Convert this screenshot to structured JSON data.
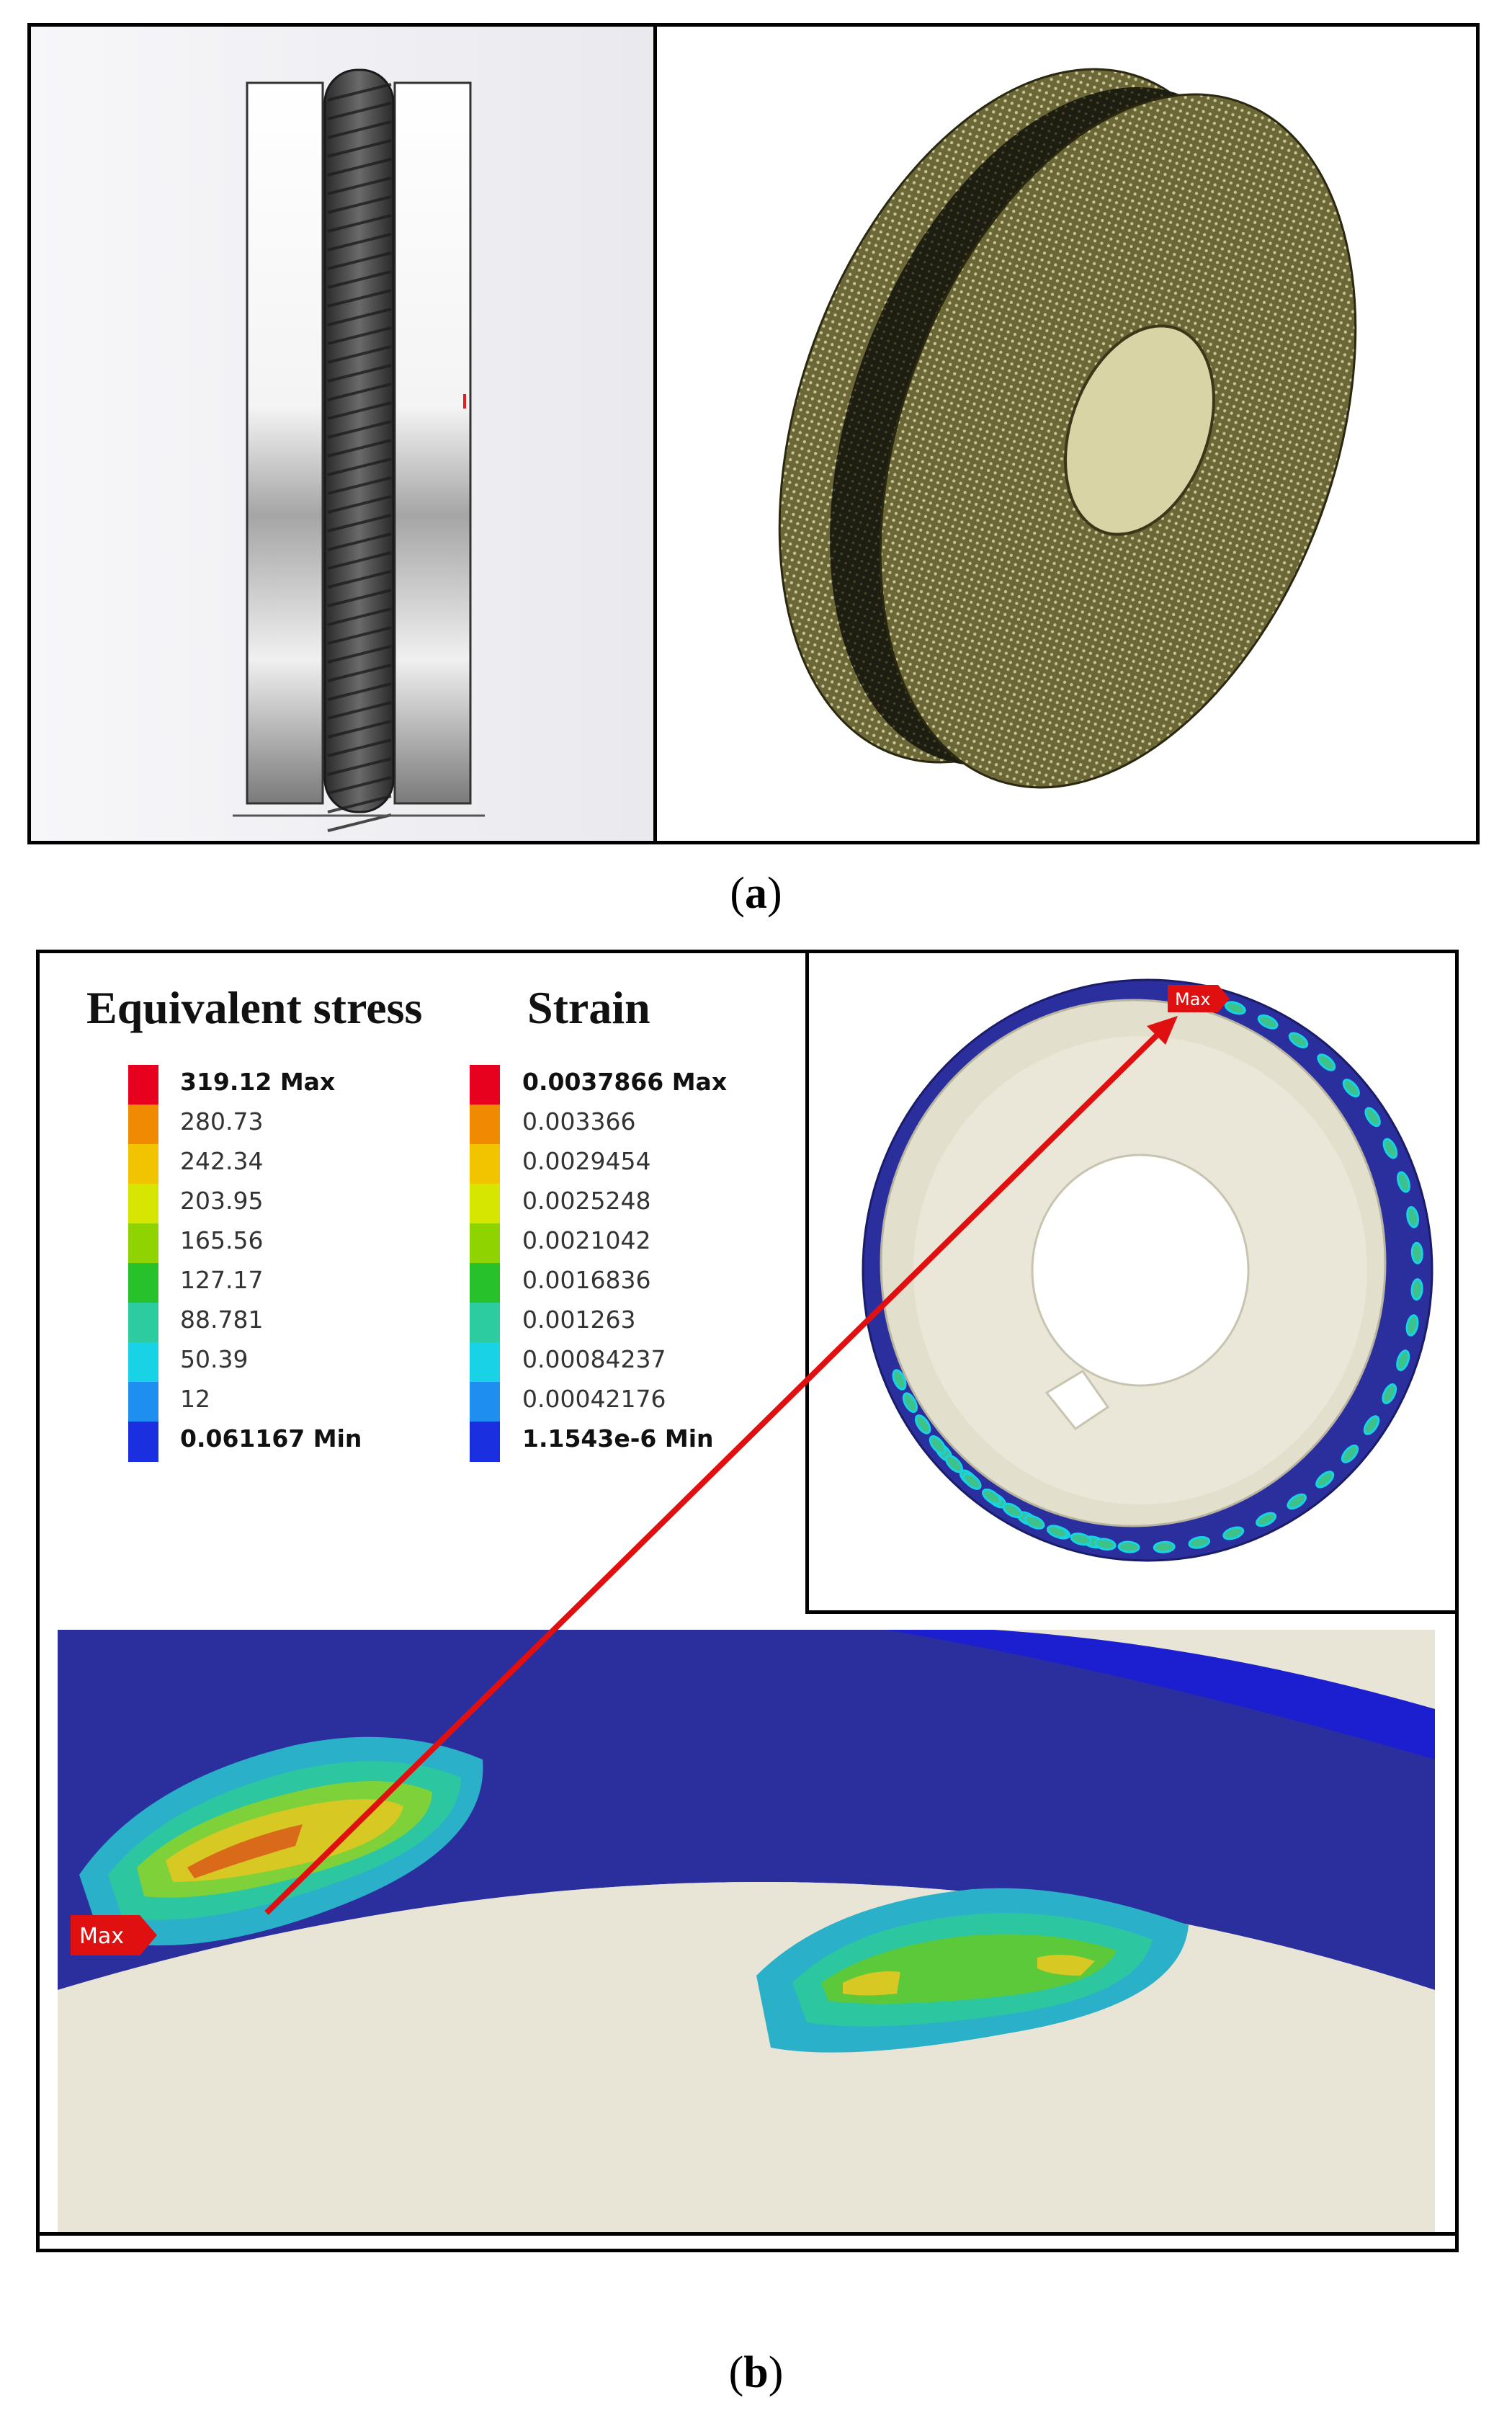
{
  "figure": {
    "caption_a": "(a)",
    "caption_b": "(b)",
    "caption_letter_a": "a",
    "caption_letter_b": "b"
  },
  "legend_stress": {
    "title": "Equivalent stress",
    "labels": [
      "319.12 Max",
      "280.73",
      "242.34",
      "203.95",
      "165.56",
      "127.17",
      "88.781",
      "50.39",
      "12",
      "0.061167 Min"
    ]
  },
  "legend_strain": {
    "title": "Strain",
    "labels": [
      "0.0037866 Max",
      "0.003366",
      "0.0029454",
      "0.0025248",
      "0.0021042",
      "0.0016836",
      "0.001263",
      "0.00084237",
      "0.00042176",
      "1.1543e-6 Min"
    ]
  },
  "legend_colors": [
    "#e8001f",
    "#f08a00",
    "#f2c400",
    "#d6e600",
    "#8fd400",
    "#27c22a",
    "#2ccba0",
    "#18d2e6",
    "#1e8ff0",
    "#1a2fe0"
  ],
  "markers": {
    "max_label_inset": "Max",
    "max_label_zoom": "Max"
  },
  "colors": {
    "rim_blue": "#2b2f9e",
    "face_cream": "#e8e4d6",
    "arrow_red": "#e01010",
    "mesh_olive": "#5e5a30"
  }
}
